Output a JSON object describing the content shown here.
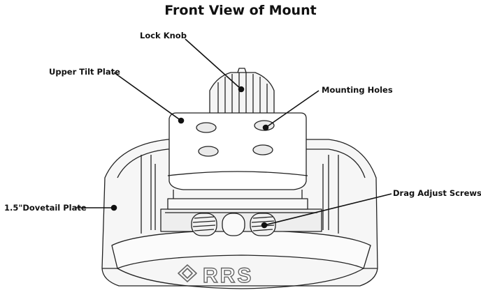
{
  "title": "Front View of Mount",
  "labels": {
    "lock_knob": "Lock Knob",
    "upper_tilt_plate": "Upper Tilt Plate",
    "mounting_holes": "Mounting Holes",
    "drag_adjust_screws": "Drag Adjust Screws",
    "dovetail_plate": "1.5\"Dovetail Plate"
  },
  "logo_text": "RRS"
}
